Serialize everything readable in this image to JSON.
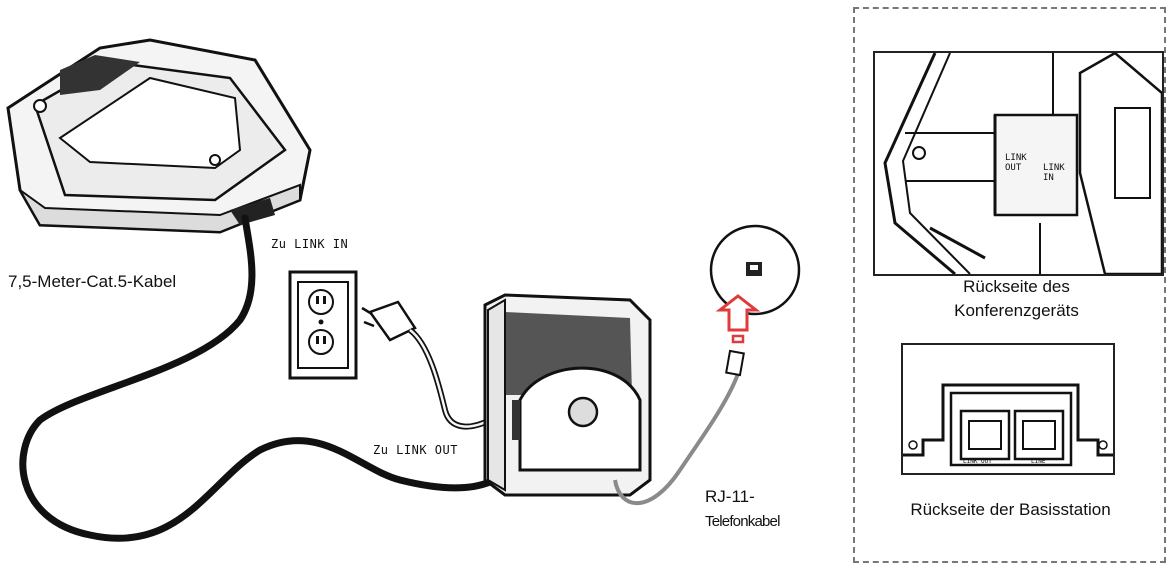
{
  "labels": {
    "link_in": "Zu LINK IN",
    "cable": "7,5-Meter-Cat.5-Kabel",
    "link_out": "Zu LINK OUT",
    "rj11_line1": "RJ-11-",
    "rj11_line2": "Telefonkabel"
  },
  "insets": {
    "conference_caption_line1": "Rückseite des",
    "conference_caption_line2": "Konferenzgeräts",
    "conference_port_out": "LINK\nOUT",
    "conference_port_in": "LINK\nIN",
    "base_caption": "Rückseite der Basisstation",
    "base_port_out": "LINK OUT",
    "base_port_line": "LINE"
  },
  "colors": {
    "arrow": "#e03a3a",
    "base_panel": "#555555",
    "cable": "#111111",
    "phone_cable": "#8a8a8a"
  }
}
